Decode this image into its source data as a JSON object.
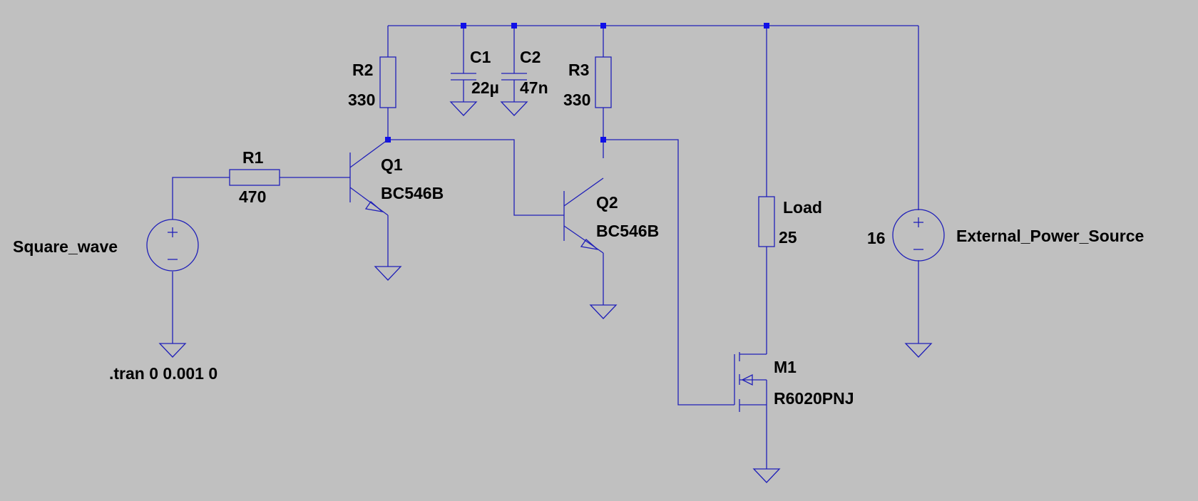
{
  "components": {
    "R1": {
      "ref": "R1",
      "value": "470"
    },
    "R2": {
      "ref": "R2",
      "value": "330"
    },
    "R3": {
      "ref": "R3",
      "value": "330"
    },
    "C1": {
      "ref": "C1",
      "value": "22µ"
    },
    "C2": {
      "ref": "C2",
      "value": "47n"
    },
    "Q1": {
      "ref": "Q1",
      "value": "BC546B"
    },
    "Q2": {
      "ref": "Q2",
      "value": "BC546B"
    },
    "M1": {
      "ref": "M1",
      "value": "R6020PNJ"
    },
    "Load": {
      "ref": "Load",
      "value": "25"
    },
    "V1": {
      "ref": "Square_wave"
    },
    "V2": {
      "ref": "External_Power_Source",
      "value": "16"
    }
  },
  "directive": ".tran 0 0.001 0",
  "colors": {
    "background": "#c0c0c0",
    "wire": "#2020b8",
    "junction": "#1010e8",
    "text": "#000000"
  }
}
